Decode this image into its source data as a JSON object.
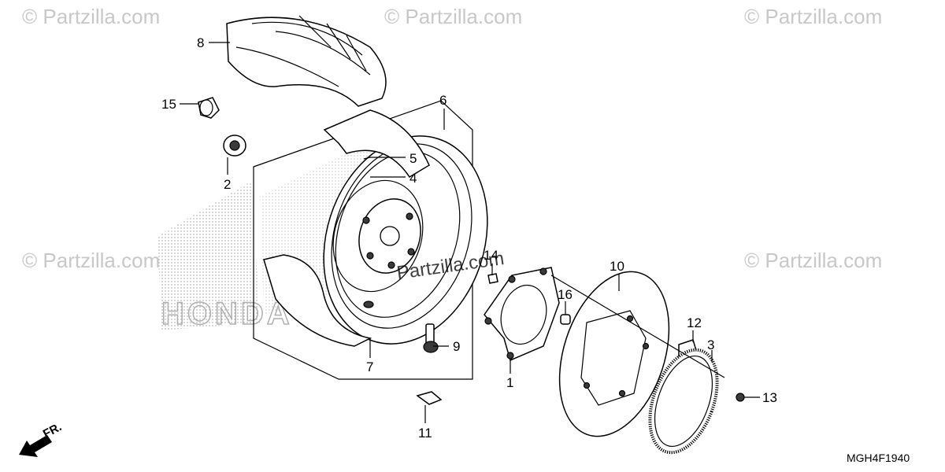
{
  "watermark": {
    "symbol": "©",
    "text": "Partzilla.com",
    "center_text": "Partzilla.com",
    "color": "#c8c8c8"
  },
  "brand_text": "HONDA",
  "diagram_code": "MGH4F1940",
  "direction_label": "FR.",
  "callouts": [
    {
      "id": "callout-1",
      "label": "1"
    },
    {
      "id": "callout-2",
      "label": "2"
    },
    {
      "id": "callout-3",
      "label": "3"
    },
    {
      "id": "callout-4",
      "label": "4"
    },
    {
      "id": "callout-5",
      "label": "5"
    },
    {
      "id": "callout-6",
      "label": "6"
    },
    {
      "id": "callout-7",
      "label": "7"
    },
    {
      "id": "callout-8",
      "label": "8"
    },
    {
      "id": "callout-9",
      "label": "9"
    },
    {
      "id": "callout-10",
      "label": "10"
    },
    {
      "id": "callout-11",
      "label": "11"
    },
    {
      "id": "callout-12",
      "label": "12"
    },
    {
      "id": "callout-13",
      "label": "13"
    },
    {
      "id": "callout-14",
      "label": "14"
    },
    {
      "id": "callout-15",
      "label": "15"
    },
    {
      "id": "callout-16",
      "label": "16"
    }
  ]
}
